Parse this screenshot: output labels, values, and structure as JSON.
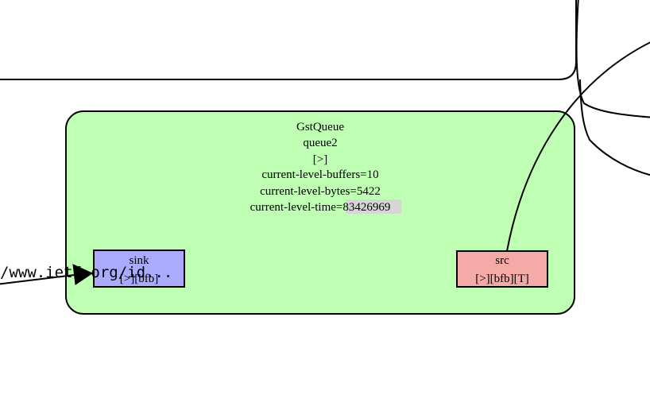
{
  "colors": {
    "element_fill": "#bfffb3",
    "sink_pad_fill": "#aaaaff",
    "src_pad_fill": "#f4aaa7",
    "stroke": "#000000",
    "highlight": "#d6d6d6",
    "background": "#ffffff"
  },
  "element": {
    "type": "GstQueue",
    "name": "queue2",
    "state": "[>]",
    "properties": [
      "current-level-buffers=10",
      "current-level-bytes=5422",
      "current-level-time=83426969"
    ],
    "highlighted_value": "83426969"
  },
  "pads": {
    "sink": {
      "name": "sink",
      "flags": "[>][bfb]"
    },
    "src": {
      "name": "src",
      "flags": "[>][bfb][T]"
    }
  },
  "edge_label": "/www.ietf.org/id..."
}
